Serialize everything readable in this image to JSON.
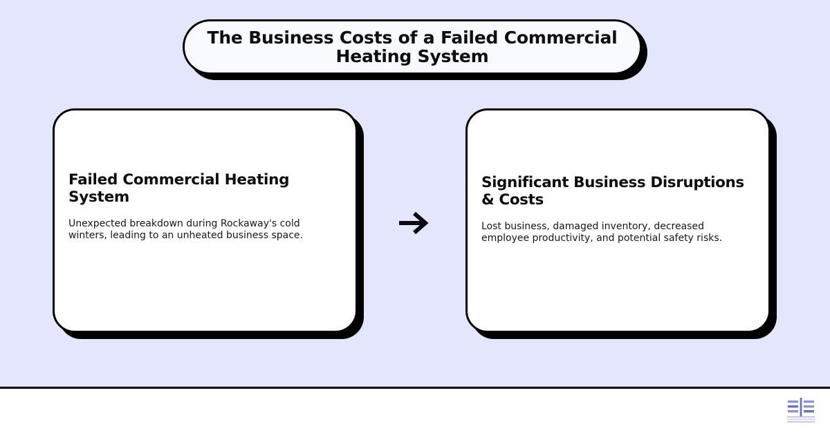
{
  "page": {
    "title": "The Business Costs of a Failed Commercial Heating System",
    "background_color": "#e3e6fd",
    "footer_background_color": "#ffffff",
    "accent_color": "#000000",
    "card_background_color": "#ffffff",
    "pill_background_color": "#f9faff"
  },
  "header": {
    "title": "The Business Costs of a Failed Commercial Heating System"
  },
  "flow": {
    "connector_icon": "arrow-right-icon",
    "steps": [
      {
        "heading": "Failed Commercial Heating System",
        "body": "Unexpected breakdown during Rockaway's cold winters, leading to an unheated business space."
      },
      {
        "heading": "Significant Business Disruptions & Costs",
        "body": "Lost business, damaged inventory, decreased employee productivity, and potential safety risks."
      }
    ]
  },
  "footer": {
    "logo_icon": "brand-logo-icon",
    "logo_colors": {
      "bar": "#8f95c4",
      "stroke": "#6c72b8",
      "line": "#b9bee0"
    }
  }
}
